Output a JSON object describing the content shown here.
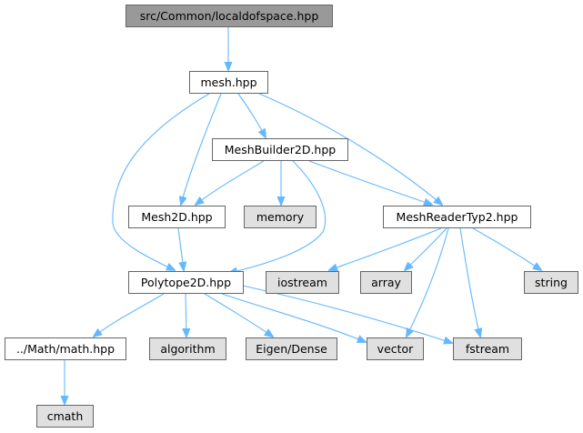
{
  "graph": {
    "title": "src/Common/localdofspace.hpp",
    "nodes": [
      {
        "id": "localdofspace",
        "label": "src/Common/localdofspace.hpp",
        "kind": "root"
      },
      {
        "id": "mesh",
        "label": "mesh.hpp",
        "kind": "documented"
      },
      {
        "id": "meshbuilder2d",
        "label": "MeshBuilder2D.hpp",
        "kind": "documented"
      },
      {
        "id": "mesh2d",
        "label": "Mesh2D.hpp",
        "kind": "documented"
      },
      {
        "id": "memory",
        "label": "memory",
        "kind": "external"
      },
      {
        "id": "meshreadertyp2",
        "label": "MeshReaderTyp2.hpp",
        "kind": "documented"
      },
      {
        "id": "polytope2d",
        "label": "Polytope2D.hpp",
        "kind": "documented"
      },
      {
        "id": "iostream",
        "label": "iostream",
        "kind": "external"
      },
      {
        "id": "array",
        "label": "array",
        "kind": "external"
      },
      {
        "id": "string",
        "label": "string",
        "kind": "external"
      },
      {
        "id": "mathhpp",
        "label": "../Math/math.hpp",
        "kind": "documented"
      },
      {
        "id": "algorithm",
        "label": "algorithm",
        "kind": "external"
      },
      {
        "id": "eigendense",
        "label": "Eigen/Dense",
        "kind": "external"
      },
      {
        "id": "vector",
        "label": "vector",
        "kind": "external"
      },
      {
        "id": "fstream",
        "label": "fstream",
        "kind": "external"
      },
      {
        "id": "cmath",
        "label": "cmath",
        "kind": "external"
      }
    ],
    "edges": [
      {
        "from": "localdofspace",
        "to": "mesh"
      },
      {
        "from": "mesh",
        "to": "meshbuilder2d"
      },
      {
        "from": "mesh",
        "to": "mesh2d"
      },
      {
        "from": "mesh",
        "to": "polytope2d"
      },
      {
        "from": "mesh",
        "to": "meshreadertyp2"
      },
      {
        "from": "meshbuilder2d",
        "to": "mesh2d"
      },
      {
        "from": "meshbuilder2d",
        "to": "memory"
      },
      {
        "from": "meshbuilder2d",
        "to": "polytope2d"
      },
      {
        "from": "meshbuilder2d",
        "to": "meshreadertyp2"
      },
      {
        "from": "mesh2d",
        "to": "polytope2d"
      },
      {
        "from": "meshreadertyp2",
        "to": "iostream"
      },
      {
        "from": "meshreadertyp2",
        "to": "array"
      },
      {
        "from": "meshreadertyp2",
        "to": "vector"
      },
      {
        "from": "meshreadertyp2",
        "to": "fstream"
      },
      {
        "from": "meshreadertyp2",
        "to": "string"
      },
      {
        "from": "polytope2d",
        "to": "mathhpp"
      },
      {
        "from": "polytope2d",
        "to": "algorithm"
      },
      {
        "from": "polytope2d",
        "to": "eigendense"
      },
      {
        "from": "polytope2d",
        "to": "vector"
      },
      {
        "from": "polytope2d",
        "to": "fstream"
      },
      {
        "from": "mathhpp",
        "to": "cmath"
      }
    ],
    "colors": {
      "root_fill": "#999999",
      "documented_fill": "#ffffff",
      "external_fill": "#e0e0e0",
      "border": "#666666",
      "edge": "#63b8ff"
    }
  }
}
